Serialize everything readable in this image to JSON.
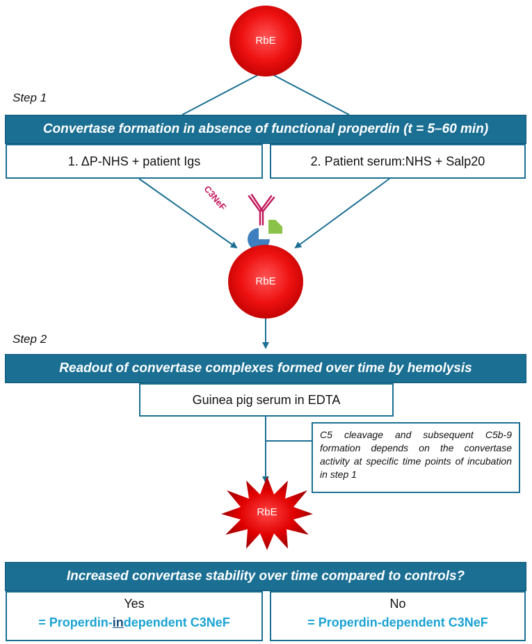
{
  "nodes": {
    "top_cell": "RbE",
    "mid_cell": "RbE",
    "lysed_cell": "RbE"
  },
  "step1": {
    "label": "Step 1",
    "banner": "Convertase formation in absence of functional properdin (t = 5–60 min)",
    "option1": "1. ΔP-NHS + patient Igs",
    "option2": "2. Patient serum:NHS + Salp20",
    "antibody_label": "C3NeF"
  },
  "step2": {
    "label": "Step 2",
    "banner": "Readout of convertase complexes formed over time by hemolysis",
    "reagent": "Guinea pig serum in EDTA",
    "note": "C5 cleavage and subsequent C5b-9 formation depends on the convertase activity at specific time points of incubation in step 1"
  },
  "result": {
    "question": "Increased convertase stability over time compared to controls?",
    "yes_label": "Yes",
    "yes_result_prefix": "= Properdin-",
    "yes_result_emph": "in",
    "yes_result_suffix": "dependent C3NeF",
    "no_label": "No",
    "no_result": "= Properdin-dependent C3NeF"
  },
  "colors": {
    "banner": "#1a6f93",
    "result_text": "#1aa3d4",
    "cell_red": "#ee1111",
    "antibody": "#c2185b",
    "convertase_green": "#8bc34a",
    "convertase_blue": "#3f7fc0"
  }
}
